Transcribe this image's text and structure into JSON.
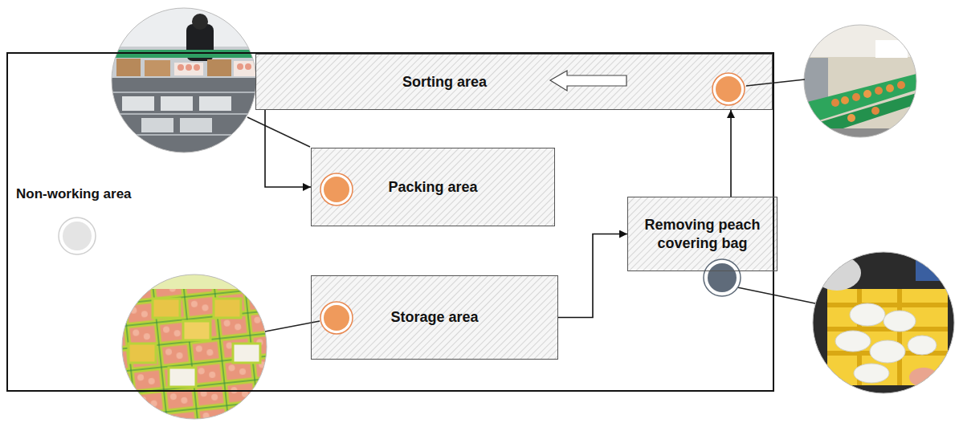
{
  "diagram": {
    "nodes": [
      {
        "text": [
          "Non-working area"
        ]
      },
      {
        "text": [
          "Sorting area"
        ],
        "in": 0
      },
      {
        "text": [
          "Packing area"
        ],
        "in": 0
      },
      {
        "text": [
          "Removing peach covering bag"
        ],
        "in": 0
      },
      {
        "text": [
          "Storage area"
        ],
        "in": 0
      }
    ],
    "edges": [
      {
        "from": 1,
        "to": 2,
        "arrow": "to"
      },
      {
        "from": 4,
        "to": 3,
        "arrow": "to"
      },
      {
        "from": 3,
        "to": 1,
        "arrow": "to"
      }
    ]
  }
}
